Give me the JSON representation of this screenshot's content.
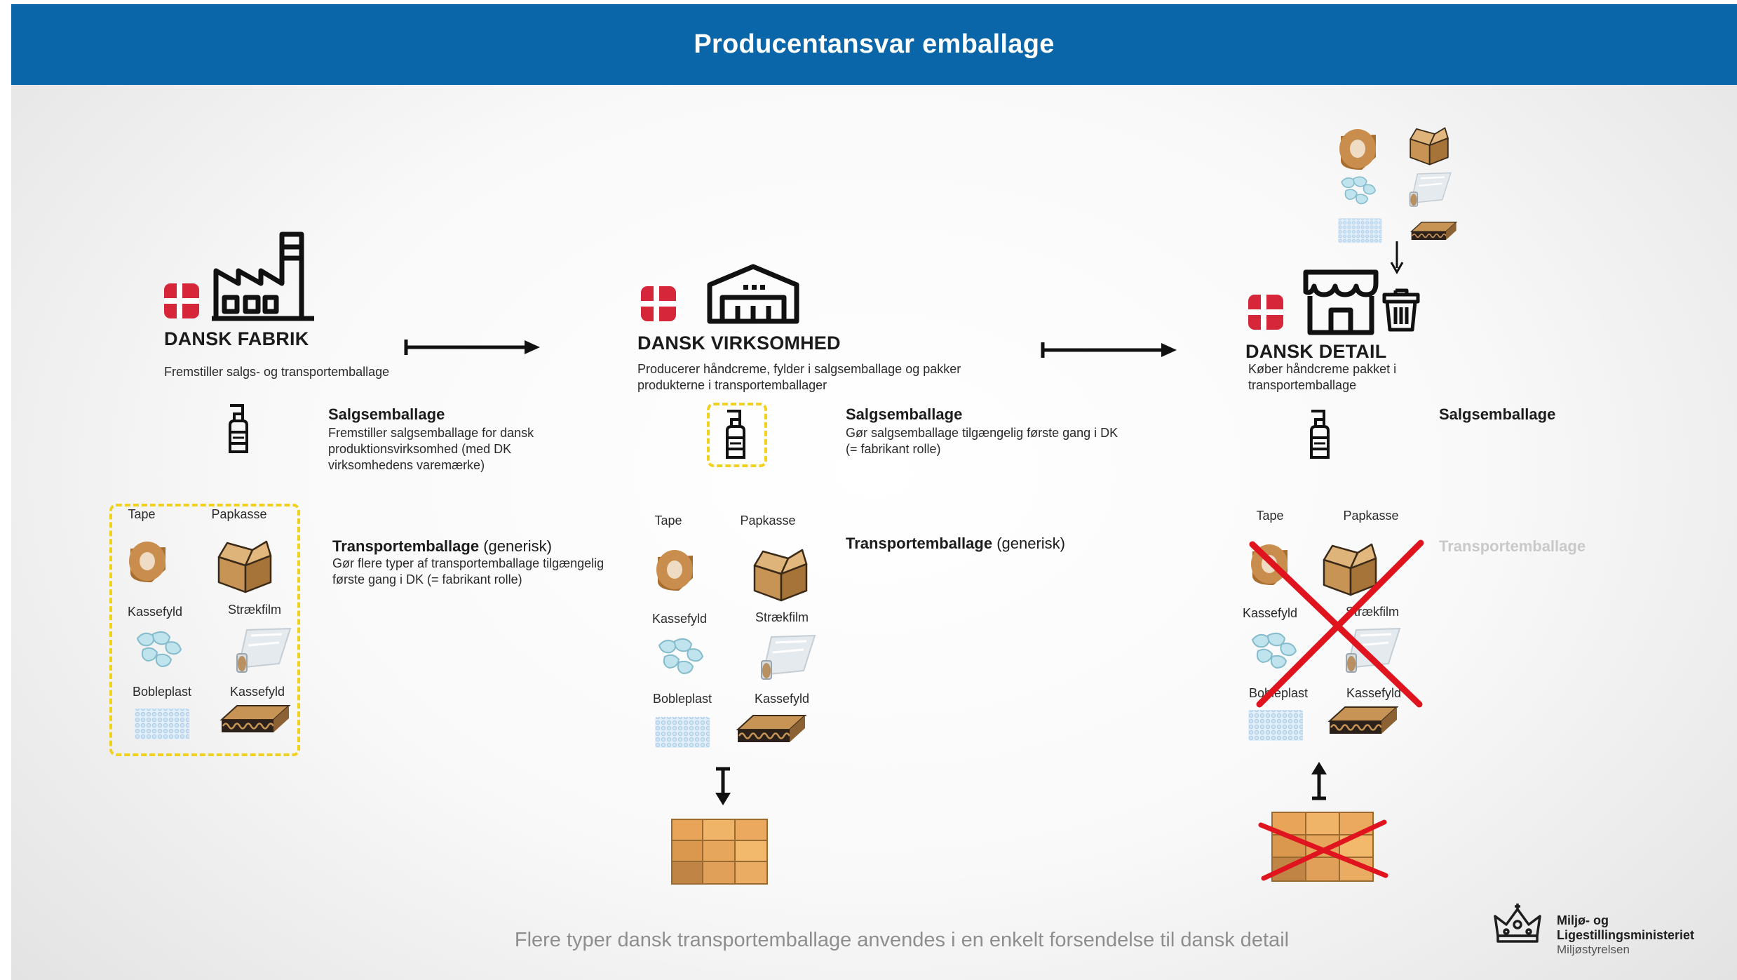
{
  "header": {
    "title": "Producentansvar emballage"
  },
  "columns": [
    {
      "name": "DANSK FABRIK",
      "description": "Fremstiller salgs- og transportemballage",
      "sales_title": "Salgsemballage",
      "sales_text": "Fremstiller salgsemballage for dansk produktionsvirksomhed (med DK virksomhedens varemærke)",
      "transport_title": "Transportemballage",
      "transport_suffix": "(generisk)",
      "transport_text": "Gør flere typer af transportemballage tilgængelig første gang i DK (= fabrikant rolle)"
    },
    {
      "name": "DANSK VIRKSOMHED",
      "description": "Producerer håndcreme, fylder i salgsemballage og pakker produkterne i transportemballager",
      "sales_title": "Salgsemballage",
      "sales_text": "Gør salgsemballage tilgængelig første gang i DK (= fabrikant rolle)",
      "transport_title": "Transportemballage",
      "transport_suffix": "(generisk)",
      "transport_text": ""
    },
    {
      "name": "DANSK DETAIL",
      "description": "Køber håndcreme pakket i transportemballage",
      "sales_title": "Salgsemballage",
      "sales_text": "",
      "transport_title": "Transportemballage",
      "transport_suffix": "",
      "transport_text": ""
    }
  ],
  "packaging_labels": [
    "Tape",
    "Papkasse",
    "Kassefyld",
    "Strækfilm",
    "Bobleplast",
    "Kassefyld"
  ],
  "footer": {
    "text": "Flere typer dansk transportemballage anvendes i en enkelt forsendelse til dansk detail"
  },
  "ministry": {
    "name": "Miljø- og Ligestillingsministeriet",
    "agency": "Miljøstyrelsen"
  },
  "colors": {
    "header_blue": "#0a66a8",
    "highlight_yellow": "#f0d21e",
    "cross_red": "#e0141e",
    "flag_red": "#d5263a",
    "tape_brown": "#c2884a",
    "box_brown": "#c89456"
  }
}
